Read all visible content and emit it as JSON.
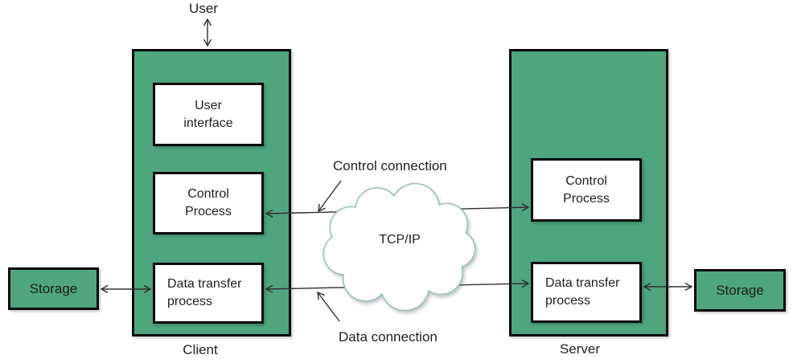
{
  "labels": {
    "user": "User",
    "client": "Client",
    "server": "Server",
    "control_connection": "Control connection",
    "data_connection": "Data connection",
    "tcp_ip": "TCP/IP",
    "storage_left": "Storage",
    "storage_right": "Storage"
  },
  "client": {
    "user_interface": {
      "line1": "User",
      "line2": "interface"
    },
    "control_process": {
      "line1": "Control",
      "line2": "Process"
    },
    "data_transfer": {
      "line1": "Data transfer",
      "line2": "process"
    }
  },
  "server": {
    "control_process": {
      "line1": "Control",
      "line2": "Process"
    },
    "data_transfer": {
      "line1": "Data transfer",
      "line2": "process"
    }
  },
  "colors": {
    "box_green": "#4EA57E",
    "box_border": "#0b0b0b",
    "line": "#303030",
    "cloud_stroke": "#9FBFBA",
    "text": "#1f1f1f"
  }
}
